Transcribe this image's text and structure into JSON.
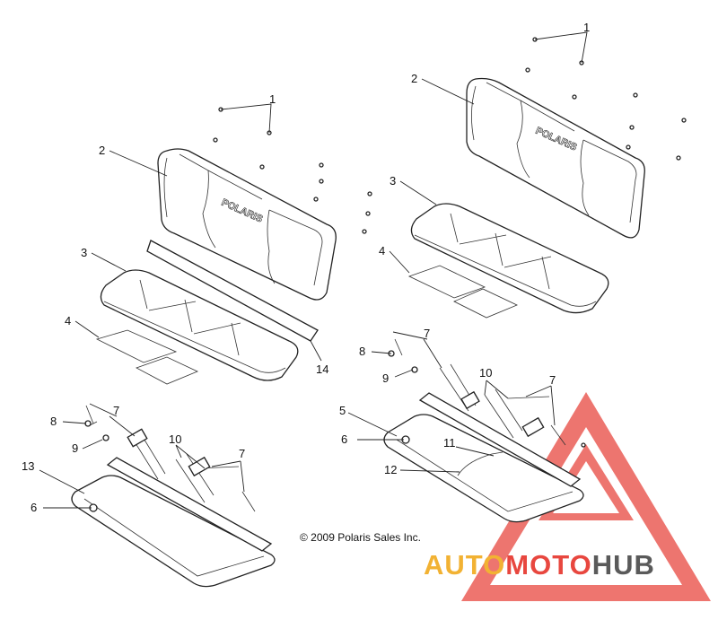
{
  "diagram": {
    "callouts": {
      "l1": "1",
      "l2": "2",
      "l3": "3",
      "l4": "4",
      "l6": "6",
      "l7a": "7",
      "l7b": "7",
      "l8": "8",
      "l9": "9",
      "l10": "10",
      "l13": "13",
      "l14": "14",
      "r1": "1",
      "r2": "2",
      "r3": "3",
      "r4": "4",
      "r5": "5",
      "r6": "6",
      "r7a": "7",
      "r7b": "7",
      "r8": "8",
      "r9": "9",
      "r10": "10",
      "r11": "11",
      "r12": "12"
    },
    "seat_brand": "POLARIS",
    "copyright": "© 2009 Polaris Sales Inc."
  },
  "watermark": {
    "part1": "AUTO",
    "part2": "MOTO",
    "part3": "HUB",
    "colors": {
      "auto": "#f2b233",
      "moto": "#e8473f",
      "hub": "#5a5a5a",
      "triangle": "#e8473f"
    }
  }
}
